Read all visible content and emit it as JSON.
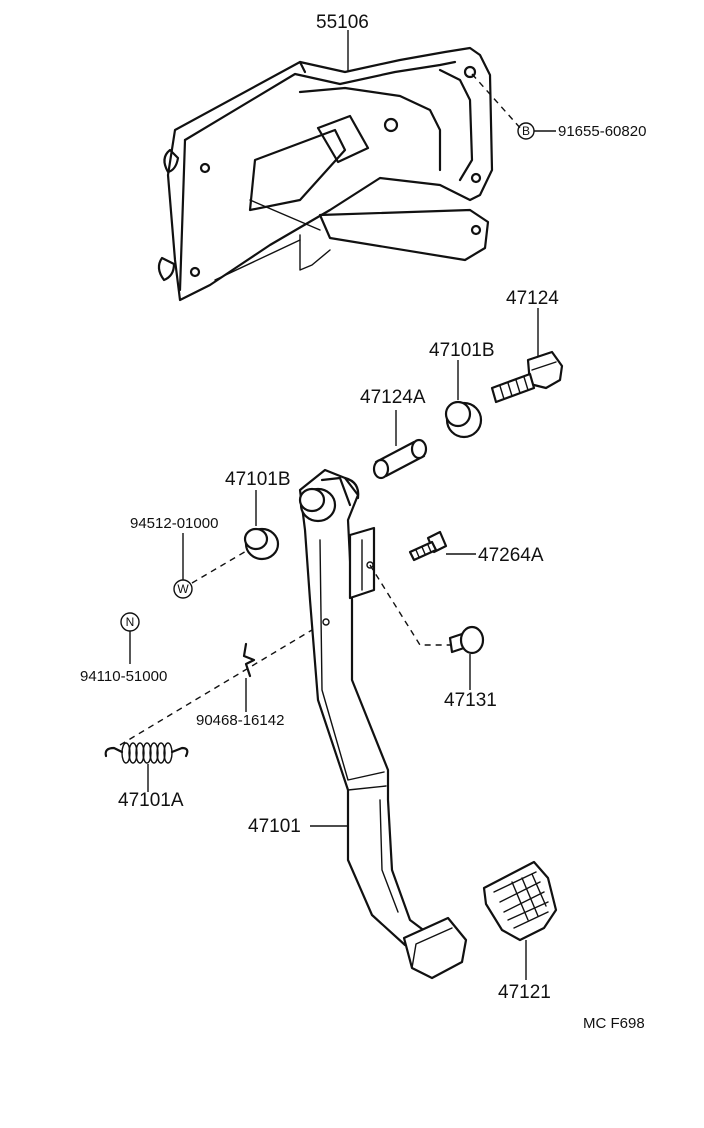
{
  "labels": {
    "bracket": "55106",
    "bracket_bolt": "91655-60820",
    "bolt": "47124",
    "bushing_right": "47101B",
    "collar": "47124A",
    "bushing_left": "47101B",
    "washer": "94512-01000",
    "nut": "94110-51000",
    "clip": "90468-16142",
    "spring": "47101A",
    "stopper_bolt": "47264A",
    "cushion": "47131",
    "pedal_arm": "47101",
    "pedal_pad": "47121",
    "figure_code": "MC F698"
  },
  "symbols": {
    "bolt_symbol": "B",
    "washer_symbol": "W",
    "nut_symbol": "N"
  }
}
